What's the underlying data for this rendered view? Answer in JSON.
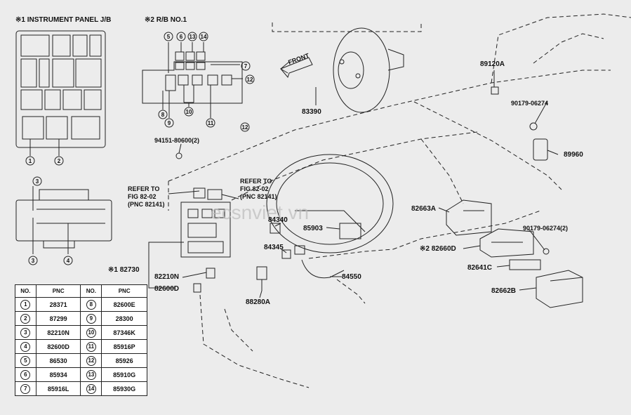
{
  "headers": {
    "instrument_panel": "※1 INSTRUMENT PANEL J/B",
    "rb_no1": "※2 R/B NO.1"
  },
  "callouts": {
    "n1": "1",
    "n2": "2",
    "n3": "3",
    "n4": "4",
    "n5": "5",
    "n6": "6",
    "n7": "7",
    "n8": "8",
    "n9": "9",
    "n10": "10",
    "n11": "11",
    "n12": "12",
    "n13": "13",
    "n14": "14"
  },
  "labels": {
    "front": "FRONT",
    "p83390": "83390",
    "p89120a": "89120A",
    "p90179a": "90179-06274",
    "p89960": "89960",
    "p94151": "94151-80600(2)",
    "ref1_line1": "REFER TO",
    "ref1_line2": "FIG 82-02",
    "ref1_line3": "(PNC 82141)",
    "ref2_line1": "REFER TO",
    "ref2_line2": "FIG 82-02",
    "ref2_line3": "(PNC 82141)",
    "p82663a": "82663A",
    "p84340": "84340",
    "p85903": "85903",
    "p90179b": "90179-06274(2)",
    "p84345": "84345",
    "p82660d": "※2 82660D",
    "p82641c": "82641C",
    "p82730": "※1 82730",
    "p82210n": "82210N",
    "p82600d": "82600D",
    "p84550": "84550",
    "p88280a": "88280A",
    "p82662b": "82662B"
  },
  "watermark": "ecsnviet.vn",
  "table": {
    "headers": [
      "NO.",
      "PNC",
      "NO.",
      "PNC"
    ],
    "rows": [
      [
        "1",
        "28371",
        "8",
        "82600E"
      ],
      [
        "2",
        "87299",
        "9",
        "28300"
      ],
      [
        "3",
        "82210N",
        "10",
        "87346K"
      ],
      [
        "4",
        "82600D",
        "11",
        "85916P"
      ],
      [
        "5",
        "86530",
        "12",
        "85926"
      ],
      [
        "6",
        "85934",
        "13",
        "85910G"
      ],
      [
        "7",
        "85916L",
        "14",
        "85930G"
      ]
    ]
  }
}
